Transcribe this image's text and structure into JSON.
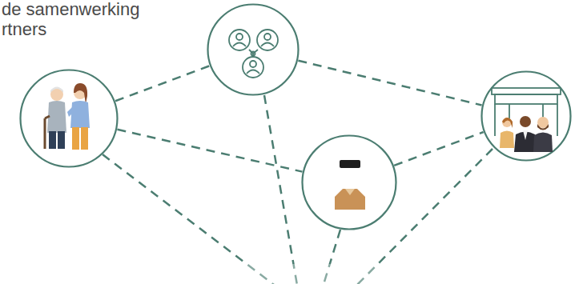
{
  "diagram": {
    "title": "de samenwerking rtners",
    "nodes": [
      {
        "text": []
      },
      {
        "text": []
      },
      {
        "text": []
      },
      {
        "text": []
      }
    ],
    "edges": [
      {
        "from": 0,
        "to": 1,
        "arrow": "none"
      },
      {
        "from": 1,
        "to": 3,
        "arrow": "none"
      },
      {
        "from": 0,
        "to": 2,
        "arrow": "none"
      },
      {
        "from": 2,
        "to": 3,
        "arrow": "none"
      }
    ]
  }
}
